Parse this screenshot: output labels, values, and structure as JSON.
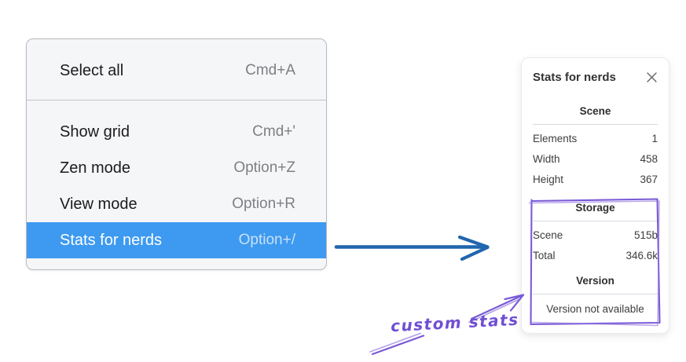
{
  "context_menu": {
    "items": [
      {
        "label": "Select all",
        "shortcut": "Cmd+A",
        "highlighted": false
      },
      {
        "label": "Show grid",
        "shortcut": "Cmd+'",
        "highlighted": false
      },
      {
        "label": "Zen mode",
        "shortcut": "Option+Z",
        "highlighted": false
      },
      {
        "label": "View mode",
        "shortcut": "Option+R",
        "highlighted": false
      },
      {
        "label": "Stats for nerds",
        "shortcut": "Option+/",
        "highlighted": true
      }
    ]
  },
  "stats_panel": {
    "title": "Stats for nerds",
    "sections": [
      {
        "heading": "Scene",
        "rows": [
          [
            "Elements",
            "1"
          ],
          [
            "Width",
            "458"
          ],
          [
            "Height",
            "367"
          ]
        ]
      },
      {
        "heading": "Storage",
        "rows": [
          [
            "Scene",
            "515b"
          ],
          [
            "Total",
            "346.6k"
          ]
        ]
      },
      {
        "heading": "Version",
        "rows": [],
        "note": "Version not available"
      }
    ]
  },
  "annotation": {
    "label": "custom stats"
  },
  "colors": {
    "menu_highlight": "#3d9af0",
    "flow_arrow_blue": "#2166ae",
    "annotation_purple": "#7a5bd6",
    "menu_background": "#f5f6f7",
    "panel_background": "#ffffff"
  }
}
